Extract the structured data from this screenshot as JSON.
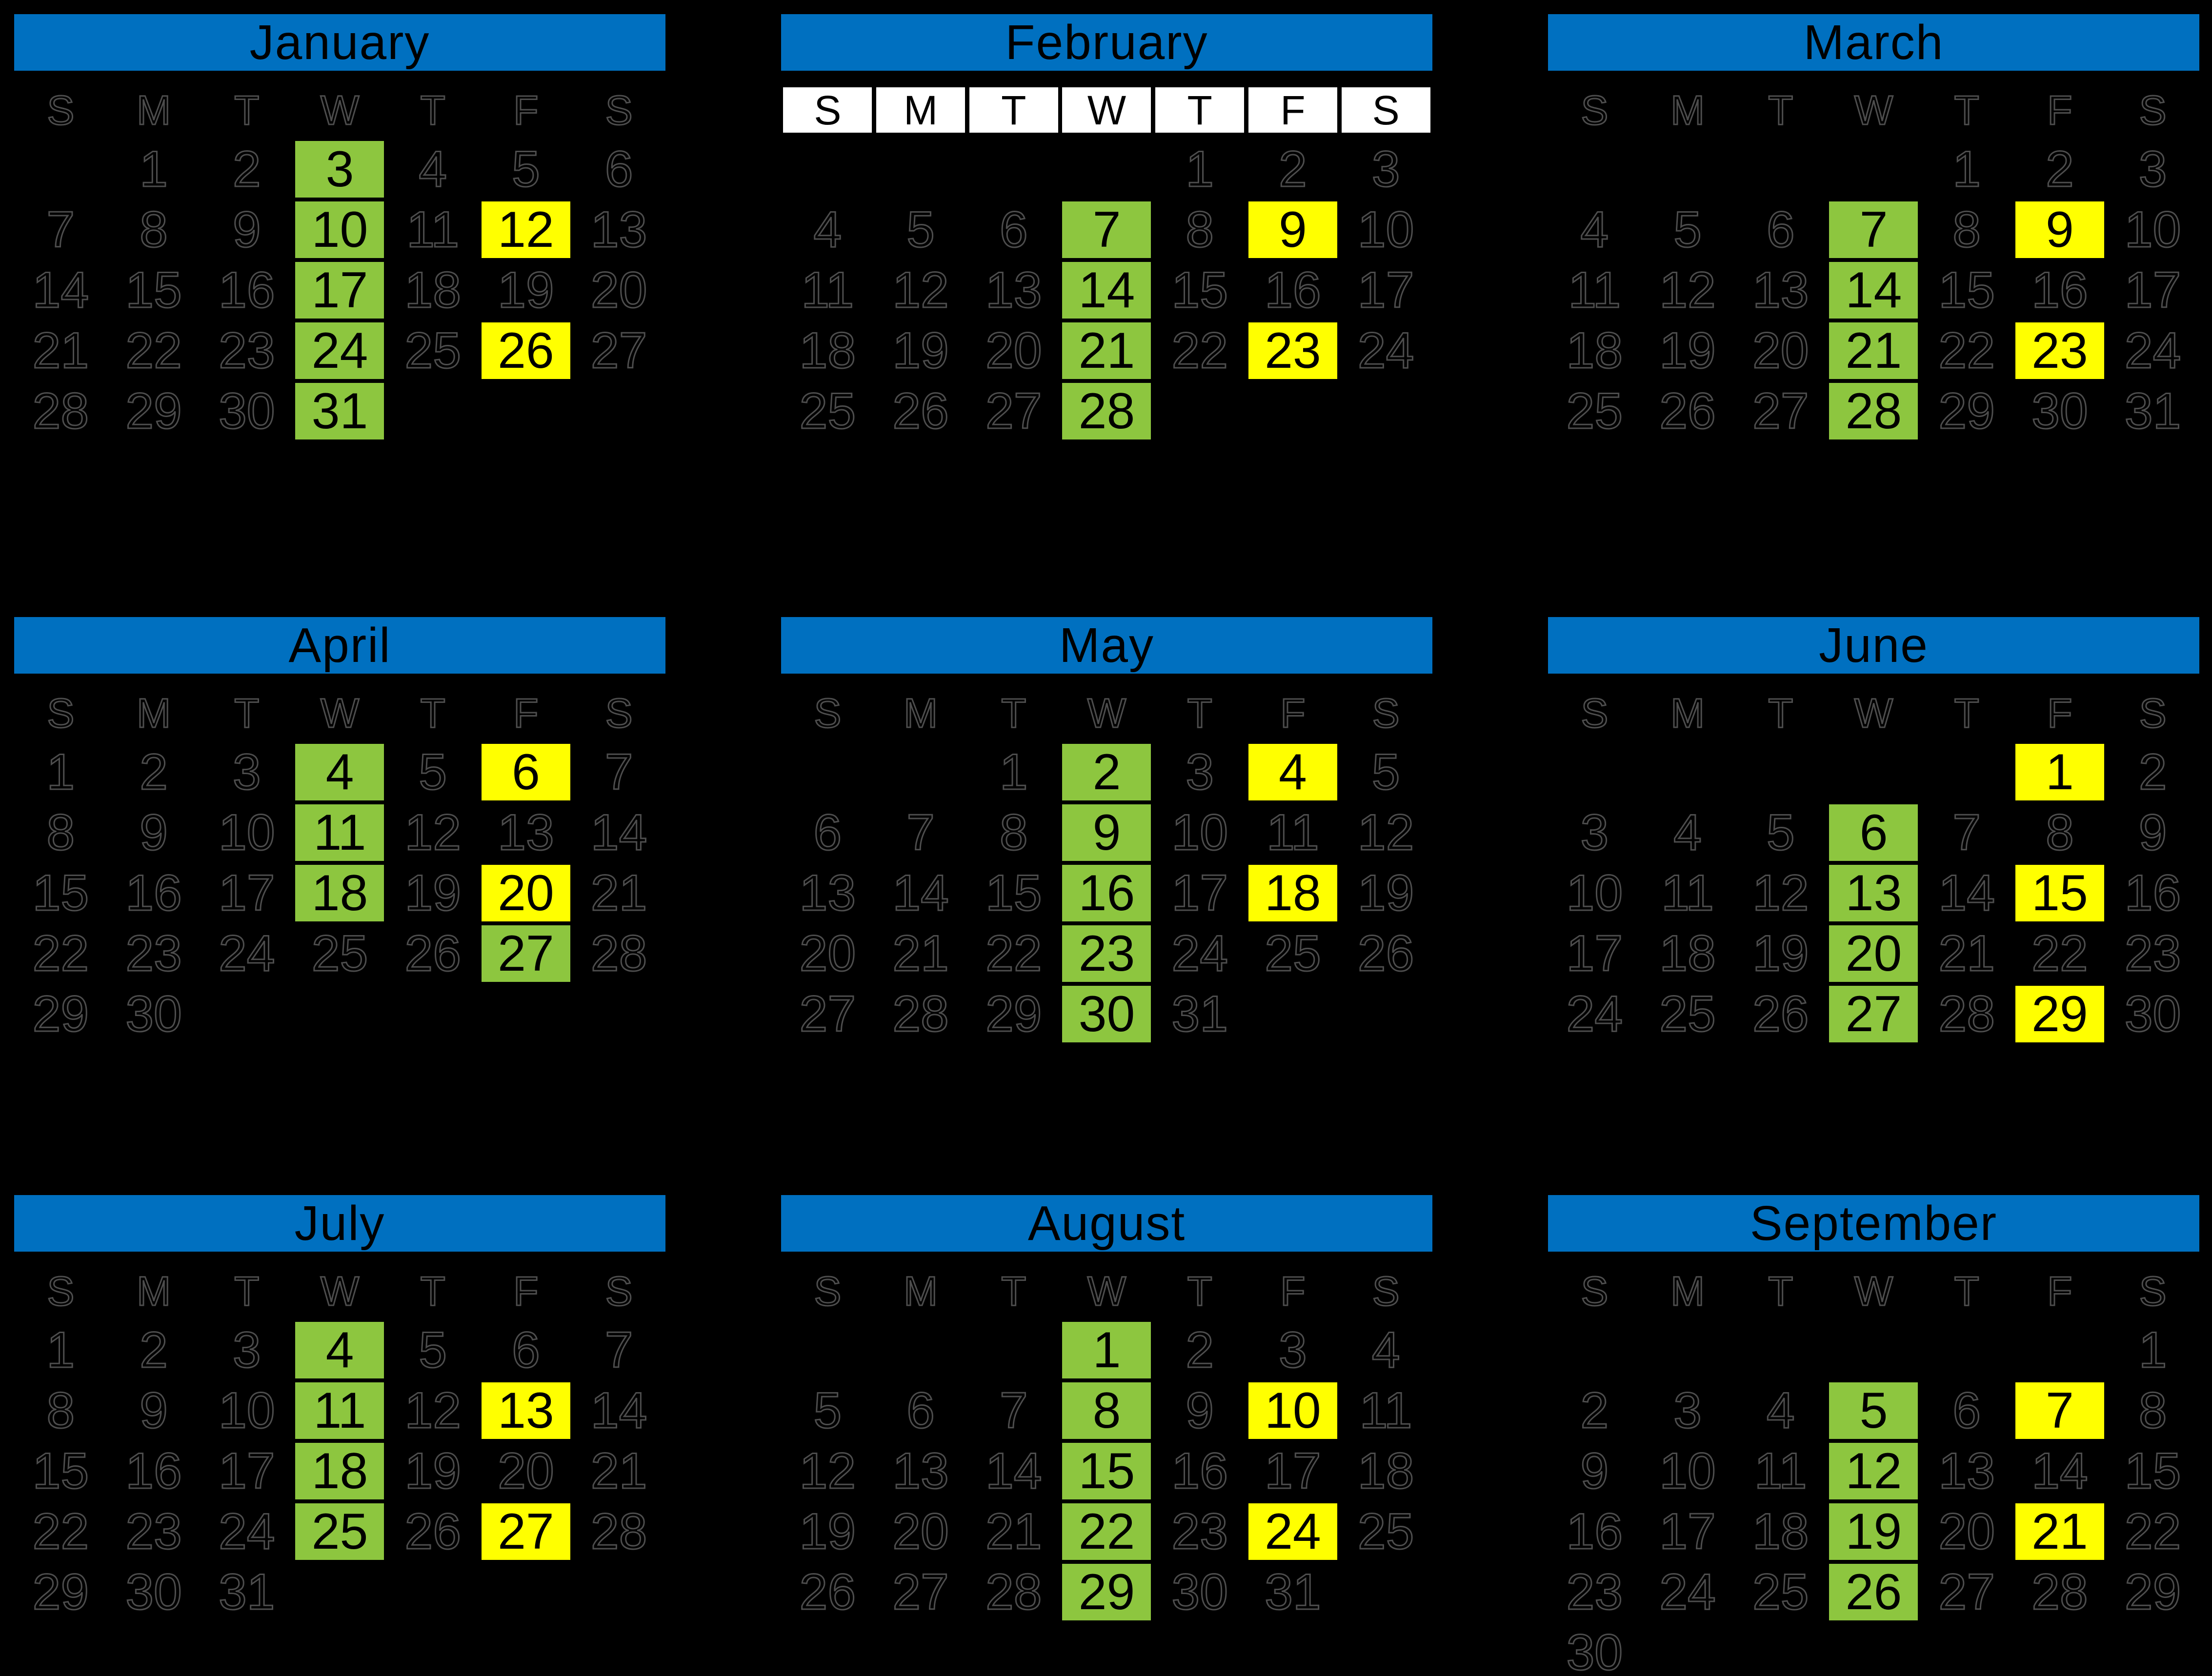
{
  "calendar": {
    "colors": {
      "header_blue": "#0070C0",
      "wednesday_green": "#8DC63F",
      "friday_yellow": "#FFFF00",
      "hidden_text_outline": "#4d4d4d",
      "header_text": "#000000",
      "background": "#000000",
      "dow_box_white": "#ffffff"
    },
    "day_headers": [
      "S",
      "M",
      "T",
      "W",
      "T",
      "F",
      "S"
    ],
    "months": [
      {
        "name": "January",
        "white_day_headers": false,
        "green": [
          3,
          10,
          17,
          24,
          31
        ],
        "yellow": [
          12,
          26
        ],
        "weeks": [
          [
            "",
            "1",
            "2",
            "3",
            "4",
            "5",
            "6"
          ],
          [
            "7",
            "8",
            "9",
            "10",
            "11",
            "12",
            "13"
          ],
          [
            "14",
            "15",
            "16",
            "17",
            "18",
            "19",
            "20"
          ],
          [
            "21",
            "22",
            "23",
            "24",
            "25",
            "26",
            "27"
          ],
          [
            "28",
            "29",
            "30",
            "31",
            "",
            "",
            ""
          ]
        ]
      },
      {
        "name": "February",
        "white_day_headers": true,
        "green": [
          7,
          14,
          21,
          28
        ],
        "yellow": [
          9,
          23
        ],
        "weeks": [
          [
            "",
            "",
            "",
            "",
            "1",
            "2",
            "3"
          ],
          [
            "4",
            "5",
            "6",
            "7",
            "8",
            "9",
            "10"
          ],
          [
            "11",
            "12",
            "13",
            "14",
            "15",
            "16",
            "17"
          ],
          [
            "18",
            "19",
            "20",
            "21",
            "22",
            "23",
            "24"
          ],
          [
            "25",
            "26",
            "27",
            "28",
            "",
            "",
            ""
          ]
        ]
      },
      {
        "name": "March",
        "white_day_headers": false,
        "green": [
          7,
          14,
          21,
          28
        ],
        "yellow": [
          9,
          23
        ],
        "weeks": [
          [
            "",
            "",
            "",
            "",
            "1",
            "2",
            "3"
          ],
          [
            "4",
            "5",
            "6",
            "7",
            "8",
            "9",
            "10"
          ],
          [
            "11",
            "12",
            "13",
            "14",
            "15",
            "16",
            "17"
          ],
          [
            "18",
            "19",
            "20",
            "21",
            "22",
            "23",
            "24"
          ],
          [
            "25",
            "26",
            "27",
            "28",
            "29",
            "30",
            "31"
          ]
        ]
      },
      {
        "name": "April",
        "white_day_headers": false,
        "green": [
          4,
          11,
          18,
          27
        ],
        "yellow": [
          6,
          20
        ],
        "weeks": [
          [
            "1",
            "2",
            "3",
            "4",
            "5",
            "6",
            "7"
          ],
          [
            "8",
            "9",
            "10",
            "11",
            "12",
            "13",
            "14"
          ],
          [
            "15",
            "16",
            "17",
            "18",
            "19",
            "20",
            "21"
          ],
          [
            "22",
            "23",
            "24",
            "25",
            "26",
            "27",
            "28"
          ],
          [
            "29",
            "30",
            "",
            "",
            "",
            "",
            ""
          ]
        ]
      },
      {
        "name": "May",
        "white_day_headers": false,
        "green": [
          2,
          9,
          16,
          23,
          30
        ],
        "yellow": [
          4,
          18
        ],
        "weeks": [
          [
            "",
            "",
            "1",
            "2",
            "3",
            "4",
            "5"
          ],
          [
            "6",
            "7",
            "8",
            "9",
            "10",
            "11",
            "12"
          ],
          [
            "13",
            "14",
            "15",
            "16",
            "17",
            "18",
            "19"
          ],
          [
            "20",
            "21",
            "22",
            "23",
            "24",
            "25",
            "26"
          ],
          [
            "27",
            "28",
            "29",
            "30",
            "31",
            "",
            ""
          ]
        ]
      },
      {
        "name": "June",
        "white_day_headers": false,
        "green": [
          6,
          13,
          20,
          27
        ],
        "yellow": [
          1,
          15,
          29
        ],
        "weeks": [
          [
            "",
            "",
            "",
            "",
            "",
            "1",
            "2"
          ],
          [
            "3",
            "4",
            "5",
            "6",
            "7",
            "8",
            "9"
          ],
          [
            "10",
            "11",
            "12",
            "13",
            "14",
            "15",
            "16"
          ],
          [
            "17",
            "18",
            "19",
            "20",
            "21",
            "22",
            "23"
          ],
          [
            "24",
            "25",
            "26",
            "27",
            "28",
            "29",
            "30"
          ]
        ]
      },
      {
        "name": "July",
        "white_day_headers": false,
        "green": [
          4,
          11,
          18,
          25
        ],
        "yellow": [
          13,
          27
        ],
        "weeks": [
          [
            "1",
            "2",
            "3",
            "4",
            "5",
            "6",
            "7"
          ],
          [
            "8",
            "9",
            "10",
            "11",
            "12",
            "13",
            "14"
          ],
          [
            "15",
            "16",
            "17",
            "18",
            "19",
            "20",
            "21"
          ],
          [
            "22",
            "23",
            "24",
            "25",
            "26",
            "27",
            "28"
          ],
          [
            "29",
            "30",
            "31",
            "",
            "",
            "",
            ""
          ]
        ]
      },
      {
        "name": "August",
        "white_day_headers": false,
        "green": [
          1,
          8,
          15,
          22,
          29
        ],
        "yellow": [
          10,
          24
        ],
        "weeks": [
          [
            "",
            "",
            "",
            "1",
            "2",
            "3",
            "4"
          ],
          [
            "5",
            "6",
            "7",
            "8",
            "9",
            "10",
            "11"
          ],
          [
            "12",
            "13",
            "14",
            "15",
            "16",
            "17",
            "18"
          ],
          [
            "19",
            "20",
            "21",
            "22",
            "23",
            "24",
            "25"
          ],
          [
            "26",
            "27",
            "28",
            "29",
            "30",
            "31",
            ""
          ]
        ]
      },
      {
        "name": "September",
        "white_day_headers": false,
        "green": [
          5,
          12,
          19,
          26
        ],
        "yellow": [
          7,
          21
        ],
        "weeks": [
          [
            "",
            "",
            "",
            "",
            "",
            "",
            "1"
          ],
          [
            "2",
            "3",
            "4",
            "5",
            "6",
            "7",
            "8"
          ],
          [
            "9",
            "10",
            "11",
            "12",
            "13",
            "14",
            "15"
          ],
          [
            "16",
            "17",
            "18",
            "19",
            "20",
            "21",
            "22"
          ],
          [
            "23",
            "24",
            "25",
            "26",
            "27",
            "28",
            "29"
          ],
          [
            "30",
            "",
            "",
            "",
            "",
            "",
            ""
          ]
        ]
      }
    ]
  }
}
